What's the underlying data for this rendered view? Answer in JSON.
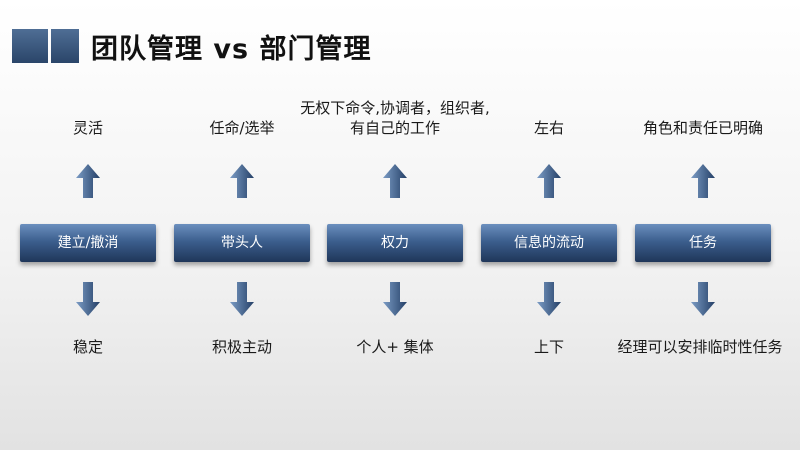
{
  "title": "团队管理 vs 部门管理",
  "columns": [
    {
      "top": "灵活",
      "box": "建立/撤消",
      "bottom": "稳定"
    },
    {
      "top": "任命/选举",
      "box": "带头人",
      "bottom": "积极主动"
    },
    {
      "top_line1": "无权下命令,协调者，组织者,",
      "top_line2": "有自己的工作",
      "box": "权力",
      "bottom": "个人+ 集体"
    },
    {
      "top": "左右",
      "box": "信息的流动",
      "bottom": "上下"
    },
    {
      "top": "角色和责任已明确",
      "box": "任务",
      "bottom": "经理可以安排临时性任务"
    }
  ],
  "colors": {
    "accent": "#3c5f8e",
    "arrow": "#2f4f7a"
  }
}
